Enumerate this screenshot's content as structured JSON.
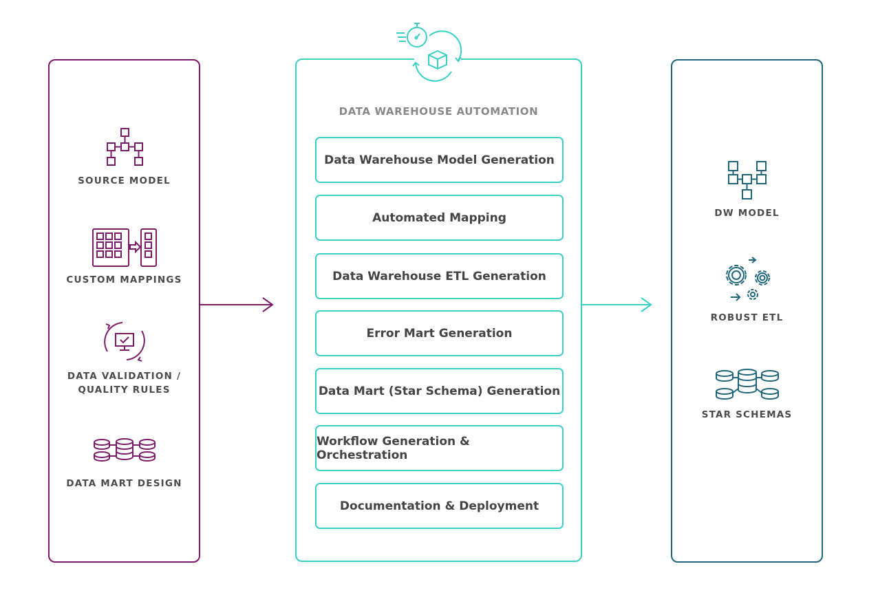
{
  "colors": {
    "source": "#7b1a68",
    "automation": "#3ad0c6",
    "target": "#1e647a",
    "text": "#4a4a4a"
  },
  "source": {
    "items": [
      {
        "icon": "hierarchy-model-icon",
        "label": "SOURCE MODEL"
      },
      {
        "icon": "grid-mapping-icon",
        "label": "CUSTOM MAPPINGS"
      },
      {
        "icon": "monitor-check-cycle-icon",
        "label": "DATA VALIDATION /",
        "label2": "QUALITY RULES"
      },
      {
        "icon": "database-network-icon",
        "label": "DATA MART DESIGN"
      }
    ]
  },
  "automation": {
    "icon": "stopwatch-cube-cycle-icon",
    "title": "DATA WAREHOUSE AUTOMATION",
    "steps": [
      "Data Warehouse Model Generation",
      "Automated Mapping",
      "Data Warehouse ETL Generation",
      "Error Mart Generation",
      "Data Mart (Star Schema) Generation",
      "Workflow Generation & Orchestration",
      "Documentation & Deployment"
    ]
  },
  "target": {
    "items": [
      {
        "icon": "hierarchy-model-icon",
        "label": "DW MODEL"
      },
      {
        "icon": "gears-icon",
        "label": "ROBUST ETL"
      },
      {
        "icon": "database-network-icon",
        "label": "STAR SCHEMAS"
      }
    ]
  }
}
